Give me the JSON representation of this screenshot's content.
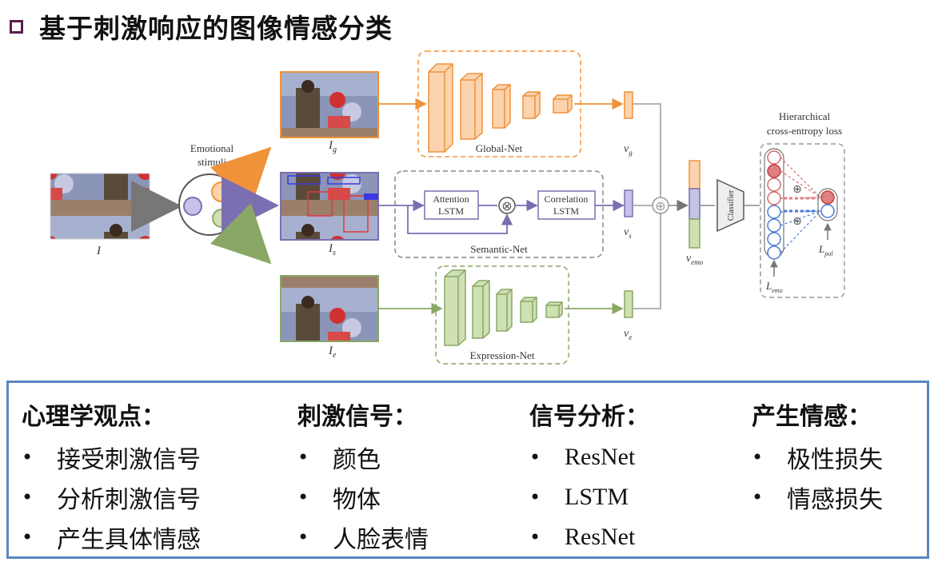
{
  "title": "基于刺激响应的图像情感分类",
  "diagram": {
    "emotional_stimuli": [
      "Emotional",
      "stimuli"
    ],
    "input_label": "I",
    "img_labels": [
      "I",
      "I",
      "I"
    ],
    "img_subs": [
      "g",
      "s",
      "e"
    ],
    "global_net": "Global-Net",
    "semantic_net": "Semantic-Net",
    "expression_net": "Expression-Net",
    "attention": [
      "Attention",
      "LSTM"
    ],
    "correlation": [
      "Correlation",
      "LSTM"
    ],
    "v_labels": [
      "v",
      "v",
      "v"
    ],
    "v_subs": [
      "g",
      "s",
      "e"
    ],
    "v_emo": "v",
    "v_emo_sub": "emo",
    "classifier": "Classifier",
    "hier_title": [
      "Hierarchical",
      "cross-entropy loss"
    ],
    "loss_emo": "L",
    "loss_emo_sub": "emo",
    "loss_pol": "L",
    "loss_pol_sub": "pol",
    "oplus": "⊕",
    "otimes": "⊗"
  },
  "colors": {
    "global": "#f0923a",
    "semantic": "#7a6fb0",
    "expression": "#8aa865",
    "box_border": "#5b86c0"
  },
  "columns": [
    {
      "heading": "心理学观点：",
      "items": [
        "接受刺激信号",
        "分析刺激信号",
        "产生具体情感"
      ]
    },
    {
      "heading": "刺激信号：",
      "items": [
        "颜色",
        "物体",
        "人脸表情"
      ]
    },
    {
      "heading": "信号分析：",
      "items": [
        "ResNet",
        "LSTM",
        "ResNet"
      ]
    },
    {
      "heading": "产生情感：",
      "items": [
        "极性损失",
        "情感损失"
      ]
    }
  ]
}
